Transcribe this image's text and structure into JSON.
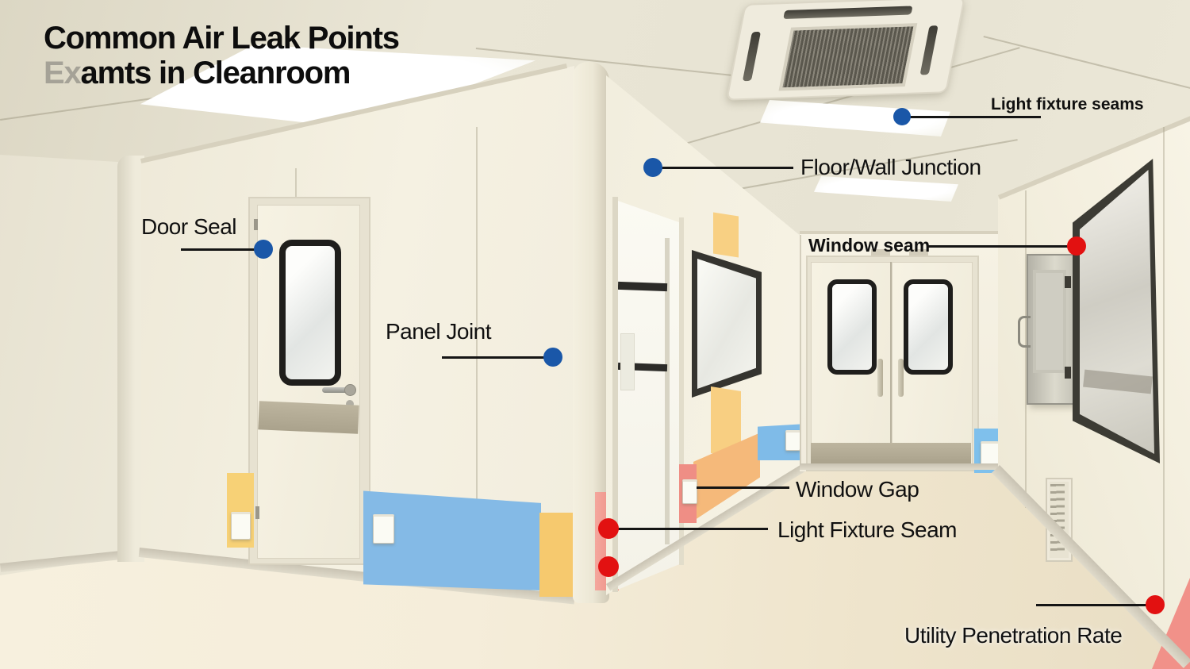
{
  "title": {
    "line1": "Common Air Leak Points",
    "line2_ghost": "Ex",
    "line2": "amts in Cleanroom"
  },
  "callouts": [
    {
      "id": "door-seal",
      "label": "Door Seal",
      "marker": "blue"
    },
    {
      "id": "panel-joint",
      "label": "Panel Joint",
      "marker": "blue"
    },
    {
      "id": "floor-wall-junction",
      "label": "Floor/Wall Junction",
      "marker": "blue"
    },
    {
      "id": "light-fixture-seams",
      "label": "Light fixture seams",
      "marker": "blue"
    },
    {
      "id": "window-seam",
      "label": "Window seam",
      "marker": "red"
    },
    {
      "id": "window-gap",
      "label": "Window Gap",
      "marker": "none"
    },
    {
      "id": "light-fixture-seam",
      "label": "Light Fixture Seam",
      "marker": "red"
    },
    {
      "id": "utility-penetration",
      "label": "Utility Penetration Rate",
      "marker": "red"
    }
  ],
  "colors": {
    "marker_blue": "#1a57a8",
    "marker_red": "#e21111",
    "leader_line": "#151515",
    "panel_yellow": "#f7d176",
    "panel_orange": "#f5b97a",
    "panel_salmon": "#ef8e85",
    "panel_blue": "#84bae6",
    "wall_cream": "#f1edde",
    "floor_beige": "#f2ead6"
  }
}
